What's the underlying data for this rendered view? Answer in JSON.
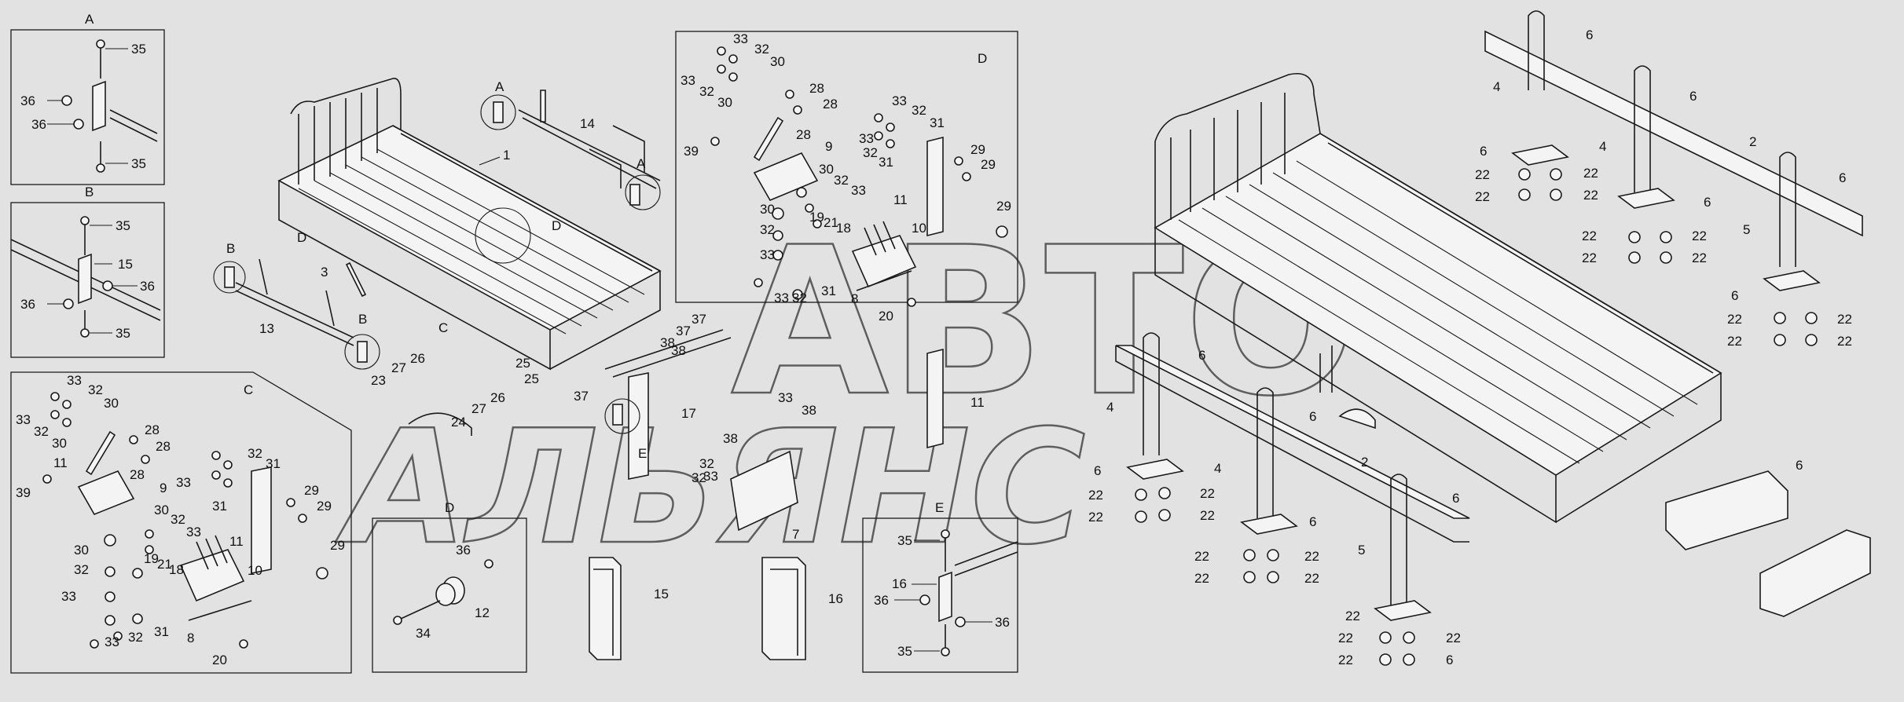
{
  "watermark": {
    "line1": "АВТО",
    "line2": "АЛЬЯНС"
  },
  "panels": {
    "A": {
      "title": "A",
      "labels": [
        "35",
        "36",
        "36",
        "35"
      ]
    },
    "B": {
      "title": "B",
      "labels": [
        "35",
        "15",
        "36",
        "36",
        "35"
      ]
    },
    "C": {
      "title": "C",
      "labels": [
        "33",
        "32",
        "30",
        "33",
        "32",
        "30",
        "28",
        "28",
        "11",
        "39",
        "28",
        "9",
        "30",
        "32",
        "33",
        "31",
        "32",
        "29",
        "33",
        "31",
        "29",
        "30",
        "32",
        "19",
        "21",
        "18",
        "10",
        "29",
        "11",
        "33",
        "8",
        "31",
        "32",
        "33",
        "20"
      ]
    },
    "D_top": {
      "title": "D",
      "labels": [
        "33",
        "32",
        "30",
        "33",
        "32",
        "30",
        "28",
        "28",
        "39",
        "28",
        "9",
        "33",
        "32",
        "31",
        "33",
        "32",
        "29",
        "31",
        "29",
        "30",
        "32",
        "33",
        "11",
        "29",
        "30",
        "19",
        "21",
        "18",
        "10",
        "32",
        "33",
        "8",
        "31",
        "32",
        "33",
        "20"
      ]
    },
    "D_small": {
      "title": "D",
      "labels": [
        "36",
        "12",
        "34"
      ]
    },
    "E": {
      "title": "E",
      "labels": [
        "35",
        "16",
        "36",
        "36",
        "35"
      ]
    }
  },
  "main_callouts": {
    "left_body": [
      "1",
      "14",
      "A",
      "A",
      "D",
      "D",
      "3",
      "B",
      "13",
      "B",
      "C",
      "26",
      "27",
      "23",
      "25",
      "25",
      "24",
      "27",
      "26",
      "38",
      "37",
      "37",
      "38",
      "37",
      "E",
      "17",
      "38",
      "33",
      "38",
      "32",
      "33",
      "32",
      "7",
      "11",
      "15",
      "16"
    ],
    "right_body": [
      "6",
      "4",
      "6",
      "2",
      "6",
      "6",
      "22",
      "22",
      "22",
      "22",
      "6",
      "4",
      "22",
      "22",
      "5",
      "22",
      "22",
      "6",
      "22",
      "22",
      "22",
      "22",
      "6",
      "4",
      "6",
      "22",
      "22",
      "22",
      "22",
      "2",
      "6",
      "4",
      "6",
      "22",
      "22",
      "22",
      "22",
      "5",
      "6",
      "22",
      "22",
      "22",
      "22",
      "6",
      "6"
    ]
  }
}
